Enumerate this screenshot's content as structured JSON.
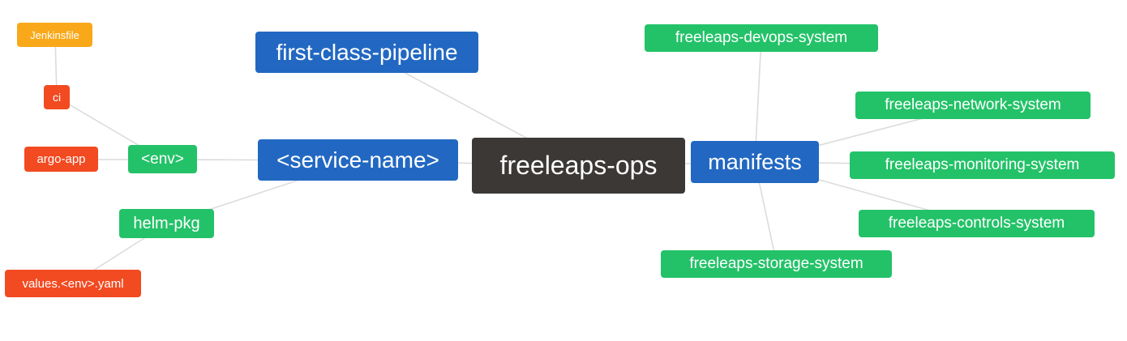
{
  "diagram": {
    "type": "mindmap",
    "root": "freeleaps_ops",
    "colors": {
      "blue": "#2268c2",
      "dark": "#3c3836",
      "green": "#23c268",
      "red": "#f24a21",
      "orange": "#f9a819",
      "edge": "#dcdcdc"
    },
    "nodes": {
      "jenkinsfile": {
        "label": "Jenkinsfile",
        "color": "#f9a819"
      },
      "ci": {
        "label": "ci",
        "color": "#f24a21"
      },
      "argo_app": {
        "label": "argo-app",
        "color": "#f24a21"
      },
      "env": {
        "label": "<env>",
        "color": "#23c268"
      },
      "helm_pkg": {
        "label": "helm-pkg",
        "color": "#23c268"
      },
      "values_env_yaml": {
        "label": "values.<env>.yaml",
        "color": "#f24a21"
      },
      "first_class_pipeline": {
        "label": "first-class-pipeline",
        "color": "#2268c2"
      },
      "service_name": {
        "label": "<service-name>",
        "color": "#2268c2"
      },
      "freeleaps_ops": {
        "label": "freeleaps-ops",
        "color": "#3c3836"
      },
      "manifests": {
        "label": "manifests",
        "color": "#2268c2"
      },
      "devops_system": {
        "label": "freeleaps-devops-system",
        "color": "#23c268"
      },
      "network_system": {
        "label": "freeleaps-network-system",
        "color": "#23c268"
      },
      "monitoring_system": {
        "label": "freeleaps-monitoring-system",
        "color": "#23c268"
      },
      "controls_system": {
        "label": "freeleaps-controls-system",
        "color": "#23c268"
      },
      "storage_system": {
        "label": "freeleaps-storage-system",
        "color": "#23c268"
      }
    },
    "edges": [
      [
        "jenkinsfile",
        "ci"
      ],
      [
        "ci",
        "env"
      ],
      [
        "argo_app",
        "env"
      ],
      [
        "env",
        "service_name"
      ],
      [
        "helm_pkg",
        "service_name"
      ],
      [
        "values_env_yaml",
        "helm_pkg"
      ],
      [
        "service_name",
        "freeleaps_ops"
      ],
      [
        "first_class_pipeline",
        "freeleaps_ops"
      ],
      [
        "freeleaps_ops",
        "manifests"
      ],
      [
        "manifests",
        "devops_system"
      ],
      [
        "manifests",
        "network_system"
      ],
      [
        "manifests",
        "monitoring_system"
      ],
      [
        "manifests",
        "controls_system"
      ],
      [
        "manifests",
        "storage_system"
      ]
    ]
  }
}
